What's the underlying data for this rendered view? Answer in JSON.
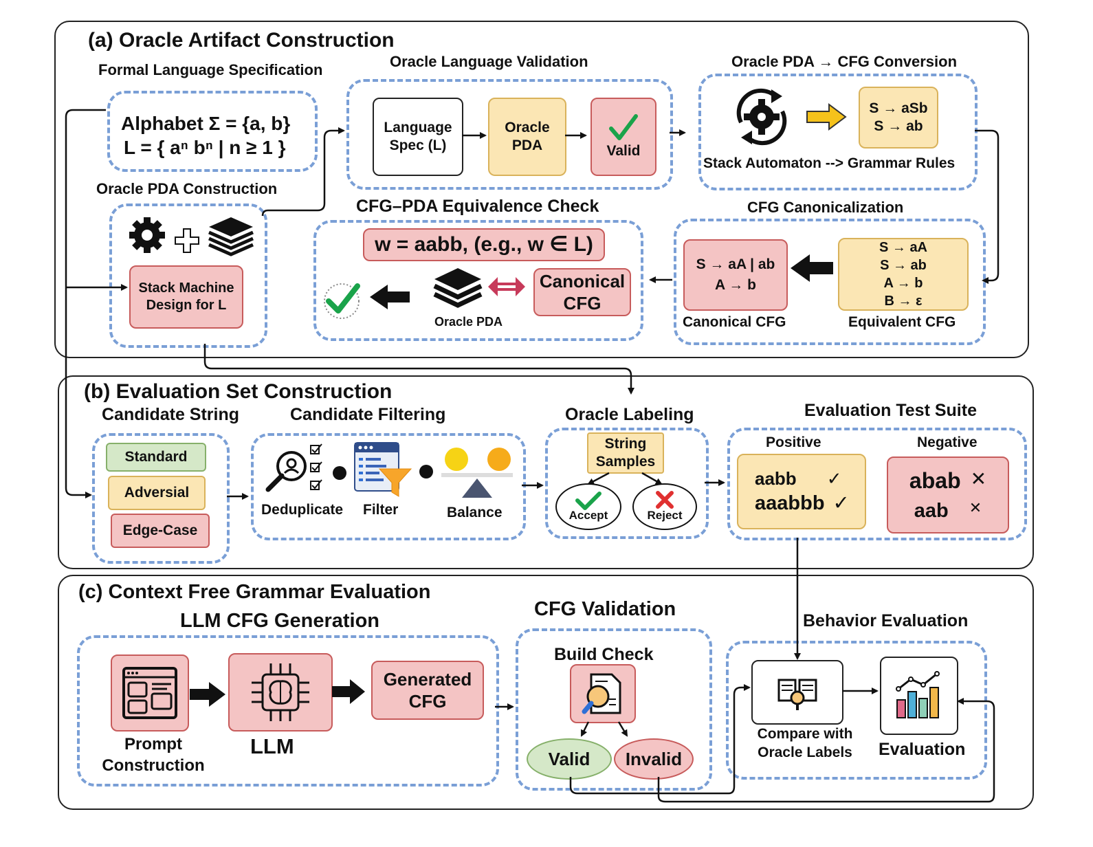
{
  "sections": {
    "a": "(a) Oracle Artifact Construction",
    "b": "(b) Evaluation Set Construction",
    "c": "(c) Context Free Grammar Evaluation"
  },
  "a": {
    "formal_spec_title": "Formal Language Specification",
    "alphabet": "Alphabet Σ = {a, b}",
    "language": "L = { aⁿ bⁿ | n ≥ 1 }",
    "validation_title": "Oracle Language Validation",
    "lang_spec": "Language Spec (L)",
    "oracle_pda": "Oracle PDA",
    "valid": "Valid",
    "conversion_title": "Oracle PDA → CFG Conversion",
    "rule1": "S → aSb",
    "rule2": "S → ab",
    "conversion_caption": "Stack Automaton --> Grammar Rules",
    "pda_construction_title": "Oracle PDA Construction",
    "stack_machine": "Stack Machine Design for L",
    "equiv_title": "CFG–PDA Equivalence Check",
    "w_example": "w = aabb, (e.g.,  w ∈ L)",
    "oracle_pda_label": "Oracle PDA",
    "canonical_cfg_box": "Canonical CFG",
    "canon_title": "CFG Canonicalization",
    "canon_rule1": "S → aA | ab",
    "canon_rule2": "A → b",
    "canonical_cfg_label": "Canonical CFG",
    "eq_rules": [
      "S → aA",
      "S → ab",
      "A → b",
      "B → ε"
    ],
    "equivalent_cfg_label": "Equivalent CFG"
  },
  "b": {
    "candidate_title": "Candidate String",
    "standard": "Standard",
    "adversial": "Adversial",
    "edge_case": "Edge-Case",
    "filtering_title": "Candidate Filtering",
    "deduplicate": "Deduplicate",
    "filter": "Filter",
    "balance": "Balance",
    "labeling_title": "Oracle Labeling",
    "string_samples": "String Samples",
    "accept": "Accept",
    "reject": "Reject",
    "suite_title": "Evaluation Test Suite",
    "positive": "Positive",
    "negative": "Negative",
    "pos1": "aabb",
    "pos2": "aaabbb",
    "neg1": "abab",
    "neg2": "aab"
  },
  "c": {
    "gen_title": "LLM CFG Generation",
    "prompt": "Prompt Construction",
    "llm": "LLM",
    "generated": "Generated CFG",
    "validation_title": "CFG Validation",
    "build_check": "Build Check",
    "valid": "Valid",
    "invalid": "Invalid",
    "behavior_title": "Behavior Evaluation",
    "compare": "Compare with Oracle Labels",
    "evaluation": "Evaluation"
  },
  "colors": {
    "dash_blue": "#7a9fd6",
    "pink": "#f4c4c4",
    "yellow": "#fbe6b4",
    "green": "#d5e8c8",
    "check_green": "#1aa34a",
    "cross_red": "#e03030"
  }
}
